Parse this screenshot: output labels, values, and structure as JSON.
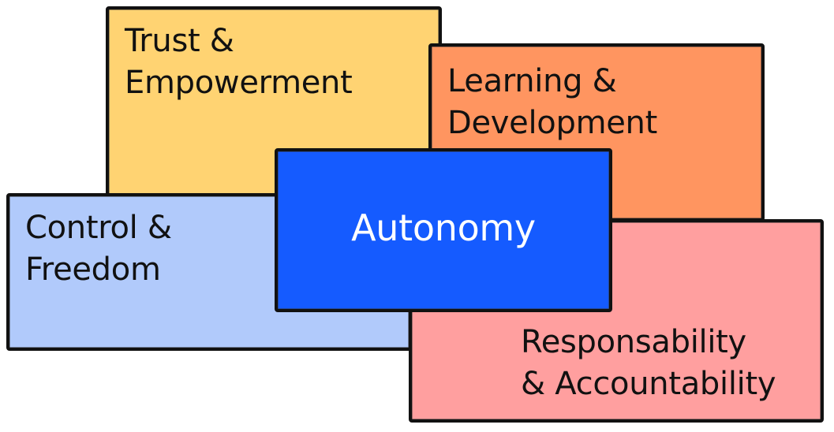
{
  "diagram": {
    "title": "Autonomy",
    "center": {
      "label": "Autonomy",
      "fill": "#155BFF",
      "text_color": "#FFFFFF"
    },
    "components": [
      {
        "id": "trust",
        "lines": [
          "Trust &",
          "Empowerment"
        ],
        "fill": "#FFD372",
        "position": "top-left"
      },
      {
        "id": "learning",
        "lines": [
          "Learning &",
          "Development"
        ],
        "fill": "#FF9560",
        "position": "top-right"
      },
      {
        "id": "control",
        "lines": [
          "Control &",
          "Freedom"
        ],
        "fill": "#B1CAFB",
        "position": "bottom-left"
      },
      {
        "id": "responsibility",
        "lines": [
          "Responsability",
          "& Accountability"
        ],
        "fill": "#FF9F9F",
        "position": "bottom-right"
      }
    ],
    "border_color": "#111111"
  }
}
